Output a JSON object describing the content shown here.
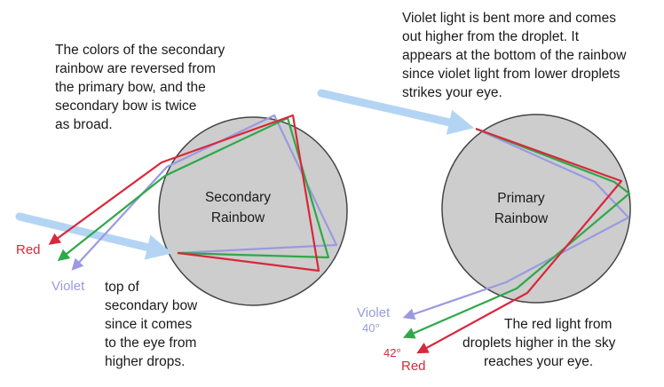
{
  "colors": {
    "red": "#d8283b",
    "green": "#2ea84a",
    "violet": "#9a9ae0",
    "sunlight": "#b4d4f4",
    "droplet_fill": "#cdcdcd",
    "droplet_stroke": "#454545"
  },
  "secondary": {
    "note_lines": [
      "The colors of the secondary",
      "rainbow are reversed from",
      "the primary bow, and the",
      "secondary bow is twice",
      "as broad."
    ],
    "center_lines": [
      "Secondary",
      "Rainbow"
    ],
    "red_label": "Red",
    "violet_label": "Violet",
    "bottom_note_lines": [
      "top of",
      "secondary bow",
      "since it comes",
      "to the eye from",
      "higher drops."
    ]
  },
  "primary": {
    "note_lines": [
      "Violet light is bent more and comes",
      "out higher from the droplet. It",
      "appears at the bottom of the rainbow",
      "since violet light from lower droplets",
      "strikes your eye."
    ],
    "center_lines": [
      "Primary",
      "Rainbow"
    ],
    "violet_label": "Violet",
    "violet_angle": "40°",
    "red_angle": "42°",
    "red_label": "Red",
    "bottom_note_lines": [
      "The red light from",
      "droplets higher in the sky",
      "reaches your eye."
    ]
  }
}
